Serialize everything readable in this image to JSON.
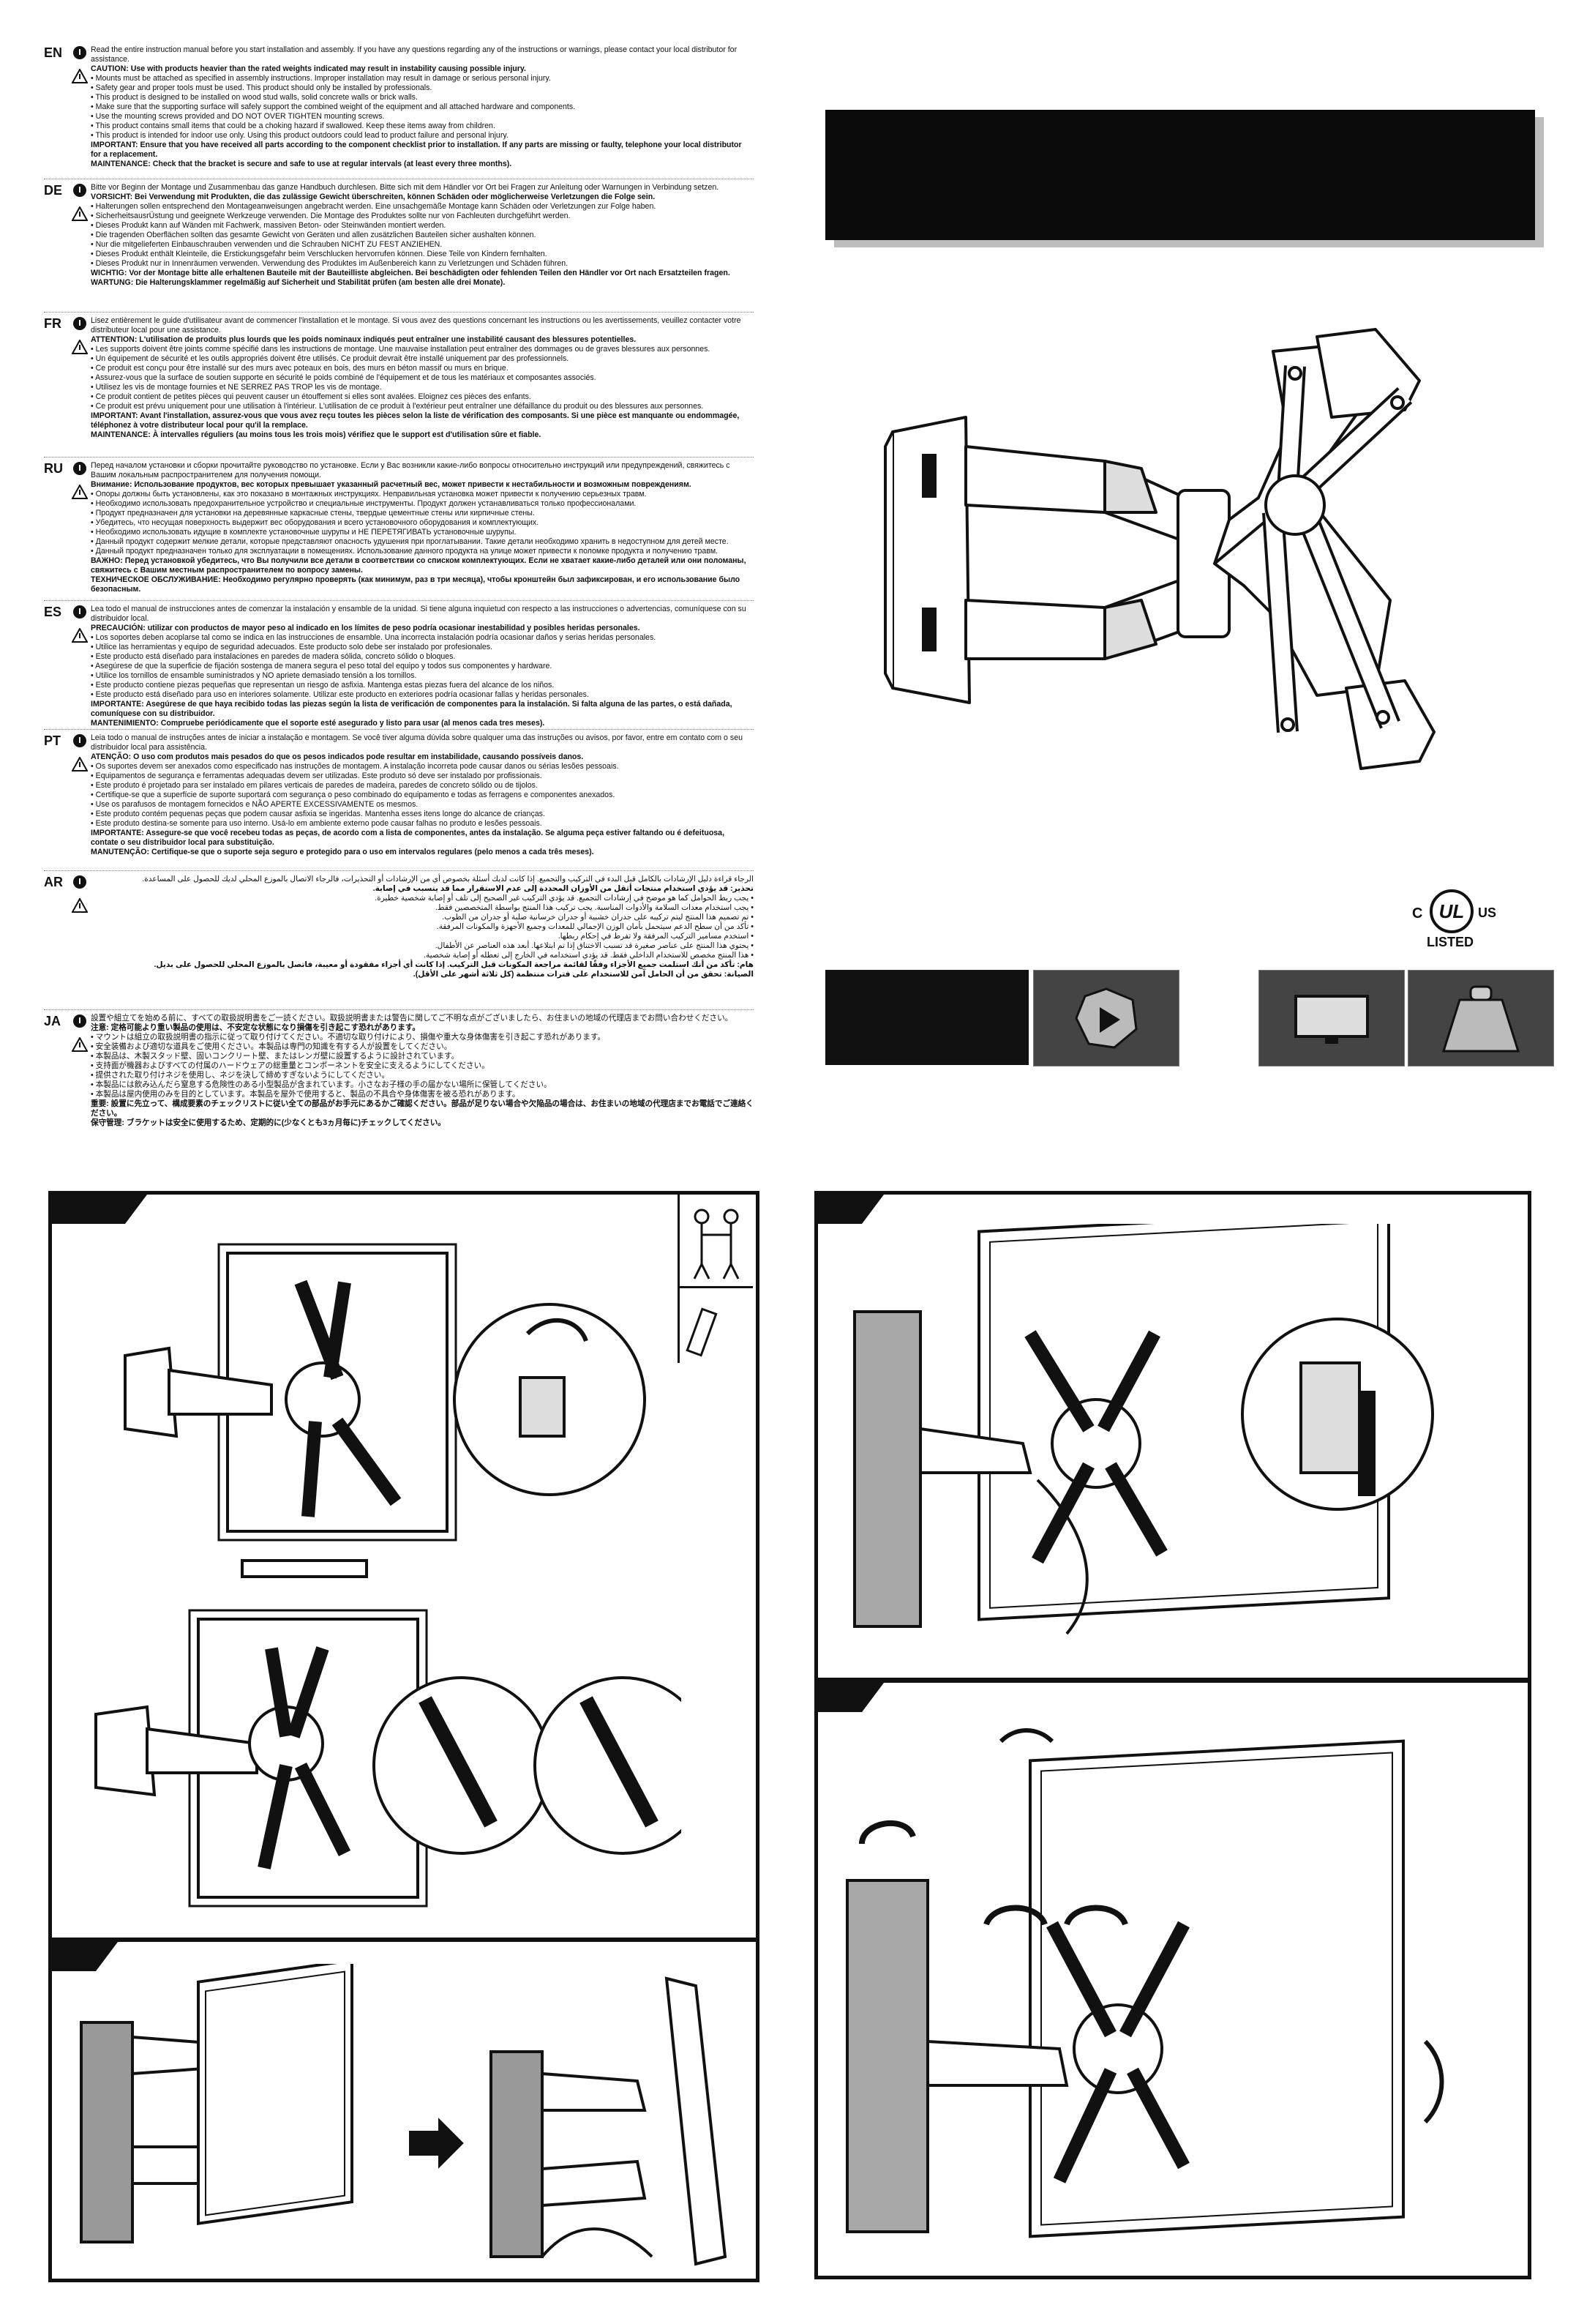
{
  "languages": [
    {
      "code": "EN",
      "lines": [
        "Read the entire instruction manual before you start installation and assembly. If you have any questions regarding any of the instructions or warnings, please contact your local distributor for assistance.",
        "CAUTION: Use with products heavier than the rated weights indicated may result in instability causing possible injury.",
        "• Mounts must be attached as specified in assembly instructions. Improper installation may result in damage or serious personal injury.",
        "• Safety gear and proper tools must be used. This product should only be installed by professionals.",
        "• This product is designed to be installed on wood stud walls, solid concrete walls or brick walls.",
        "• Make sure that the supporting surface will safely support the combined weight of the equipment and all attached hardware and components.",
        "• Use the mounting screws provided and DO NOT OVER TIGHTEN mounting screws.",
        "• This product contains small items that could be a choking hazard if swallowed. Keep these items away from children.",
        "• This product is intended for indoor use only. Using this product outdoors could lead to product failure and personal injury.",
        "IMPORTANT: Ensure that you have received all parts according to the component checklist prior to installation. If any parts are missing or faulty, telephone your local distributor for a replacement.",
        "MAINTENANCE: Check that the bracket is secure and safe to use at regular intervals (at least every three months)."
      ]
    },
    {
      "code": "DE",
      "lines": [
        "Bitte vor Beginn der Montage und Zusammenbau das ganze Handbuch durchlesen. Bitte sich mit dem Händler vor Ort bei Fragen zur Anleitung oder Warnungen in Verbindung setzen.",
        "VORSICHT: Bei Verwendung mit Produkten, die das zulässige Gewicht überschreiten, können Schäden oder möglicherweise Verletzungen die Folge sein.",
        "• Halterungen sollen entsprechend den Montageanweisungen angebracht werden. Eine unsachgemäße Montage kann Schäden oder Verletzungen zur Folge haben.",
        "• SicherheitsausrÜstung und geeignete Werkzeuge verwenden. Die Montage des Produktes sollte nur von Fachleuten durchgeführt werden.",
        "• Dieses Produkt kann auf Wänden mit Fachwerk, massiven Beton- oder Steinwänden montiert werden.",
        "• Die tragenden Oberflächen sollten das gesamte Gewicht von Geräten und allen zusätzlichen Bauteilen sicher aushalten können.",
        "• Nur die mitgelieferten Einbauschrauben verwenden und die Schrauben NICHT ZU FEST ANZIEHEN.",
        "• Dieses Produkt enthält Kleinteile, die Erstickungsgefahr beim Verschlucken hervorrufen können. Diese Teile von Kindern fernhalten.",
        "• Dieses Produkt nur in Innenräumen verwenden. Verwendung des Produktes im Außenbereich kann zu Verletzungen und Schäden führen.",
        "WICHTIG: Vor der Montage bitte alle erhaltenen Bauteile mit der Bauteilliste abgleichen. Bei beschädigten oder fehlenden Teilen den Händler vor Ort nach Ersatzteilen fragen.",
        "WARTUNG: Die Halterungsklammer regelmäßig auf Sicherheit und Stabilität prüfen (am besten alle drei Monate)."
      ]
    },
    {
      "code": "FR",
      "lines": [
        "Lisez entièrement le guide d'utilisateur avant de commencer l'installation et le montage. Si vous avez des questions concernant les instructions ou les avertissements, veuillez contacter votre distributeur local pour une assistance.",
        "ATTENTION: L'utilisation de produits plus lourds que les poids nominaux indiqués peut entraîner une instabilité causant des blessures potentielles.",
        "• Les supports doivent être joints comme spécifié dans les instructions de montage. Une mauvaise installation peut entraîner des dommages ou de graves blessures aux personnes.",
        "• Un équipement de sécurité et les outils appropriés doivent être utilisés. Ce produit devrait être installé uniquement par des professionnels.",
        "• Ce produit est conçu pour être installé sur des murs avec poteaux en bois, des murs en béton massif ou murs en brique.",
        "• Assurez-vous que la surface de soutien supporte en sécurité le poids combiné de l'équipement et de tous les matériaux et composantes associés.",
        "• Utilisez les vis de montage fournies et NE SERREZ PAS TROP les vis de montage.",
        "• Ce produit contient de petites pièces qui peuvent causer un étouffement si elles sont avalées. Eloignez ces pièces des enfants.",
        "• Ce produit est prévu uniquement pour une utilisation à l'intérieur. L'utilisation de ce produit à l'extérieur peut entraîner une défaillance du produit ou des blessures aux personnes.",
        "IMPORTANT: Avant l'installation, assurez-vous que vous avez reçu toutes les pièces selon la liste de vérification des composants. Si une pièce est manquante ou endommagée, téléphonez à votre distributeur local pour qu'il la remplace.",
        "MAINTENANCE: À intervalles réguliers (au moins tous les trois mois) vérifiez que le support est d'utilisation sûre et fiable."
      ]
    },
    {
      "code": "RU",
      "lines": [
        "Перед началом установки и сборки прочитайте руководство по установке. Если у Вас возникли какие-либо вопросы относительно инструкций или предупреждений, свяжитесь с Вашим локальным распространителем для получения помощи.",
        "Внимание: Использование продуктов, вес которых превышает указанный расчетный вес, может привести к нестабильности и возможным повреждениям.",
        "• Опоры должны быть установлены, как это показано в монтажных инструкциях. Неправильная установка может привести к получению серьезных травм.",
        "• Необходимо использовать предохранительное устройство и специальные инструменты. Продукт должен устанавливаться только профессионалами.",
        "• Продукт предназначен для установки на деревянные каркасные стены, твердые цементные стены или кирпичные стены.",
        "• Убедитесь, что несущая поверхность выдержит вес оборудования и всего установочного оборудования и комплектующих.",
        "• Необходимо использовать идущие в комплекте установочные шурупы и НЕ ПЕРЕТЯГИВАТЬ установочные шурупы.",
        "• Данный продукт содержит мелкие детали, которые представляют опасность удушения при проглатывании. Такие детали необходимо хранить в недоступном для детей месте.",
        "• Данный продукт предназначен только для эксплуатации в помещениях. Использование данного продукта на улице может привести к поломке продукта и получению травм.",
        "ВАЖНО: Перед установкой убедитесь, что Вы получили все детали в соответствии со списком комплектующих. Если не хватает какие-либо деталей или они поломаны, свяжитесь с Вашим местным распространителем по вопросу замены.",
        "ТЕХНИЧЕСКОЕ ОБСЛУЖИВАНИЕ: Необходимо регулярно проверять (как минимум, раз в три месяца), чтобы кронштейн был зафиксирован, и его использование было безопасным."
      ]
    },
    {
      "code": "ES",
      "lines": [
        "Lea todo el manual de instrucciones antes de comenzar la instalación y ensamble de la unidad. Si tiene alguna inquietud con respecto a las instrucciones o advertencias, comuníquese con su distribuidor local.",
        "PRECAUCIÓN: utilizar con productos de mayor peso al indicado en los límites de peso podría ocasionar inestabilidad y posibles heridas personales.",
        "• Los soportes deben acoplarse tal como se indica en las instrucciones de ensamble. Una incorrecta instalación podría ocasionar daños y serias heridas personales.",
        "• Utilice las herramientas y equipo de seguridad adecuados. Este producto solo debe ser instalado por profesionales.",
        "• Este producto está diseñado para instalaciones en paredes de madera sólida, concreto sólido o bloques.",
        "• Asegúrese de que la superficie de fijación sostenga de manera segura el peso total del equipo y todos sus componentes y hardware.",
        "• Utilice los tornillos de ensamble suministrados y NO apriete demasiado tensión a los tornillos.",
        "• Este producto contiene piezas pequeñas que representan un riesgo de asfixia. Mantenga estas piezas fuera del alcance de los niños.",
        "• Este producto está diseñado para uso en interiores solamente. Utilizar este producto en exteriores podría ocasionar fallas y heridas personales.",
        "IMPORTANTE: Asegúrese de que haya recibido todas las piezas según la lista de verificación de componentes para la instalación. Si falta alguna de las partes, o está dañada, comuníquese con su distribuidor.",
        "MANTENIMIENTO: Compruebe periódicamente que el soporte esté asegurado y listo para usar (al menos cada tres meses)."
      ]
    },
    {
      "code": "PT",
      "lines": [
        "Leia todo o manual de instruções antes de iniciar a instalação e montagem. Se você tiver alguma dúvida sobre qualquer uma das instruções ou avisos, por favor, entre em contato com o seu distribuidor local para assistência.",
        "ATENÇÃO: O uso com produtos mais pesados do que os pesos indicados pode resultar em instabilidade, causando possíveis danos.",
        "• Os suportes devem ser anexados como especificado nas instruções de montagem. A instalação incorreta pode causar danos ou sérias lesões pessoais.",
        "• Equipamentos de segurança e ferramentas adequadas devem ser utilizadas. Este produto só deve ser instalado por profissionais.",
        "• Este produto é projetado para ser instalado em pilares verticais de paredes de madeira, paredes de concreto sólido ou de tijolos.",
        "• Certifique-se que a superfície de suporte suportará com segurança o peso combinado do equipamento e todas as ferragens e componentes anexados.",
        "• Use os parafusos de montagem fornecidos e NÃO APERTE EXCESSIVAMENTE os mesmos.",
        "• Este produto contém pequenas peças que podem causar asfixia se ingeridas. Mantenha esses itens longe do alcance de crianças.",
        "• Este produto destina-se somente para uso interno. Usá-lo em ambiente externo pode causar falhas no produto e lesões pessoais.",
        "IMPORTANTE: Assegure-se que você recebeu todas as peças, de acordo com a lista de componentes, antes da instalação. Se alguma peça estiver faltando ou é defeituosa, contate o seu distribuidor local para substituição.",
        "MANUTENÇÃO: Certifique-se que o suporte seja seguro e protegido para o uso em intervalos regulares (pelo menos a cada três meses)."
      ]
    },
    {
      "code": "AR",
      "lines": [
        "الرجاء قراءة دليل الإرشادات بالكامل قبل البدء في التركيب والتجميع. إذا كانت لديك أسئلة بخصوص أي من الإرشادات أو التحذيرات، فالرجاء الاتصال بالموزع المحلي لديك للحصول على المساعدة.",
        "تحذير: قد يؤدي استخدام منتجات أثقل من الأوزان المحددة إلى عدم الاستقرار مما قد يتسبب في إصابة.",
        "• يجب ربط الحوامل كما هو موضح في إرشادات التجميع. قد يؤدي التركيب غير الصحيح إلى تلف أو إصابة شخصية خطيرة.",
        "• يجب استخدام معدات السلامة والأدوات المناسبة. يجب تركيب هذا المنتج بواسطة المتخصصين فقط.",
        "• تم تصميم هذا المنتج ليتم تركيبه على جدران خشبية أو جدران خرسانية صلبة أو جدران من الطوب.",
        "• تأكد من أن سطح الدعم سيتحمل بأمان الوزن الإجمالي للمعدات وجميع الأجهزة والمكونات المرفقة.",
        "• استخدم مسامير التركيب المرفقة ولا تفرط في إحكام ربطها.",
        "• يحتوي هذا المنتج على عناصر صغيرة قد تسبب الاختناق إذا تم ابتلاعها. أبعد هذه العناصر عن الأطفال.",
        "• هذا المنتج مخصص للاستخدام الداخلي فقط. قد يؤدي استخدامه في الخارج إلى تعطله أو إصابة شخصية.",
        "هام: تأكد من أنك استلمت جميع الأجزاء وفقًا لقائمة مراجعة المكونات قبل التركيب. إذا كانت أي أجزاء مفقودة أو معيبة، فاتصل بالموزع المحلي للحصول على بديل.",
        "الصيانة: تحقق من أن الحامل آمن للاستخدام على فترات منتظمة (كل ثلاثة أشهر على الأقل)."
      ]
    },
    {
      "code": "JA",
      "lines": [
        "設置や組立てを始める前に、すべての取扱説明書をご一読ください。取扱説明書または警告に関してご不明な点がございましたら、お住まいの地域の代理店までお問い合わせください。",
        "注意: 定格可能より重い製品の使用は、不安定な状態になり損傷を引き起こす恐れがあります。",
        "• マウントは組立の取扱説明書の指示に従って取り付けてください。不適切な取り付けにより、損傷や重大な身体傷害を引き起こす恐れがあります。",
        "• 安全装備および適切な道具をご使用ください。本製品は専門の知識を有する人が設置をしてください。",
        "• 本製品は、木製スタッド壁、固いコンクリート壁、またはレンガ壁に設置するように設計されています。",
        "• 支持面が機器およびすべての付属のハードウェアの総重量とコンポーネントを安全に支えるようにしてください。",
        "• 提供された取り付けネジを使用し、ネジを決して締めすぎないようにしてください。",
        "• 本製品には飲み込んだら窒息する危険性のある小型製品が含まれています。小さなお子様の手の届かない場所に保管してください。",
        "• 本製品は屋内使用のみを目的としています。本製品を屋外で使用すると、製品の不具合や身体傷害を被る恐れがあります。",
        "重要: 設置に先立って、構成要素のチェックリストに従い全ての部品がお手元にあるかご確認ください。部品が足りない場合や欠陥品の場合は、お住まいの地域の代理店までお電話でご連絡ください。",
        "保守管理: ブラケットは安全に使用するため、定期的に(少なくとも3ヵ月毎に)チェックしてください。"
      ]
    }
  ],
  "certification": {
    "mark": "UL",
    "c_mark": "C",
    "us_mark": "US",
    "listed": "LISTED"
  },
  "spec_icons": [
    "play-badge-icon",
    "tv-screen-icon",
    "weight-icon"
  ]
}
